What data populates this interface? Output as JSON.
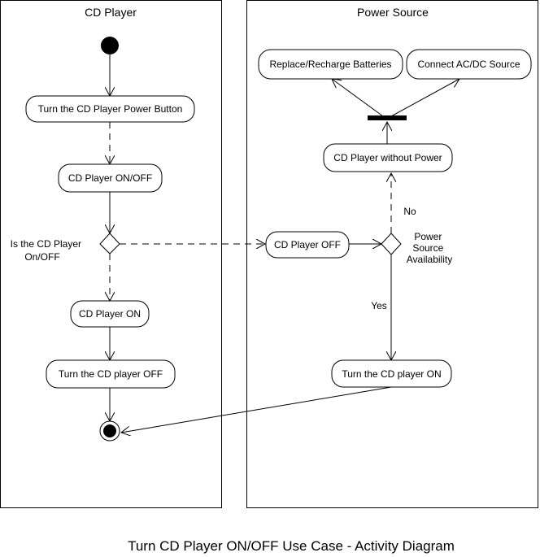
{
  "diagram": {
    "caption": "Turn CD Player ON/OFF Use Case - Activity Diagram",
    "lanes": {
      "cd_player": "CD Player",
      "power_source": "Power Source"
    },
    "activities": {
      "turn_power_button": "Turn the CD Player Power Button",
      "cd_player_onoff": "CD Player ON/OFF",
      "cd_player_on": "CD Player ON",
      "turn_player_off": "Turn the CD player OFF",
      "cd_player_off": "CD Player OFF",
      "without_power": "CD Player without Power",
      "replace_batteries": "Replace/Recharge Batteries",
      "connect_source": "Connect AC/DC Source",
      "turn_player_on": "Turn the CD player ON"
    },
    "decisions": {
      "is_on_off": [
        "Is the CD Player",
        "On/OFF"
      ],
      "power_availability": [
        "Power",
        "Source",
        "Availability"
      ]
    },
    "guards": {
      "no": "No",
      "yes": "Yes"
    }
  }
}
